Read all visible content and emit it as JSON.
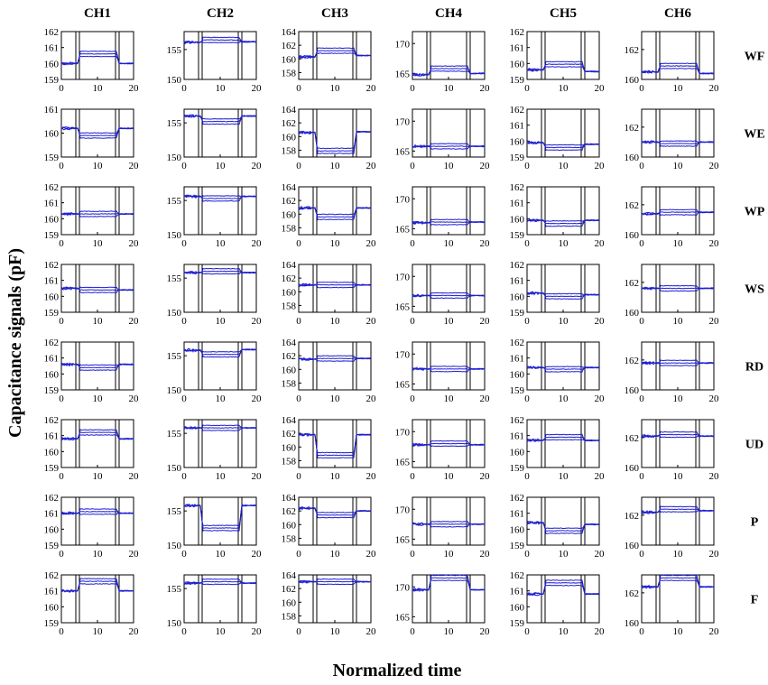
{
  "figure": {
    "ylabel": "Capacitance signals (pF)",
    "xlabel": "Normalized time",
    "columns": [
      "CH1",
      "CH2",
      "CH3",
      "CH4",
      "CH5",
      "CH6"
    ],
    "rows": [
      "WF",
      "WE",
      "WP",
      "WS",
      "RD",
      "UD",
      "P",
      "F"
    ],
    "line_color": "#1f1fd0",
    "marker_color": "#000000"
  },
  "chart_data": {
    "type": "line",
    "xlim": [
      0,
      20
    ],
    "xticks": [
      0,
      10,
      20
    ],
    "markers_x": [
      4,
      5,
      15,
      16
    ],
    "grid": false,
    "ylims": {
      "WF": [
        [
          159,
          162
        ],
        [
          150,
          158
        ],
        [
          157,
          164
        ],
        [
          164,
          172
        ],
        [
          159,
          162
        ],
        [
          160,
          163.2
        ]
      ],
      "WE": [
        [
          159,
          161
        ],
        [
          150,
          157
        ],
        [
          157,
          164
        ],
        [
          164,
          172
        ],
        [
          159,
          162
        ],
        [
          160,
          163.2
        ]
      ],
      "WP": [
        [
          159,
          162
        ],
        [
          150,
          157
        ],
        [
          157,
          164
        ],
        [
          164,
          172
        ],
        [
          159,
          162
        ],
        [
          160,
          163.2
        ]
      ],
      "WS": [
        [
          159,
          162
        ],
        [
          150,
          157
        ],
        [
          157,
          164
        ],
        [
          164,
          172
        ],
        [
          159,
          162
        ],
        [
          160,
          163.2
        ]
      ],
      "RD": [
        [
          159,
          162
        ],
        [
          150,
          157
        ],
        [
          157,
          164
        ],
        [
          164,
          172
        ],
        [
          159,
          162
        ],
        [
          160,
          163.2
        ]
      ],
      "UD": [
        [
          159,
          162
        ],
        [
          150,
          157
        ],
        [
          157,
          164
        ],
        [
          164,
          172
        ],
        [
          159,
          162
        ],
        [
          160,
          163.2
        ]
      ],
      "P": [
        [
          159,
          162
        ],
        [
          150,
          157
        ],
        [
          157,
          164
        ],
        [
          164,
          172
        ],
        [
          159,
          162
        ],
        [
          160,
          163.2
        ]
      ],
      "F": [
        [
          159,
          162
        ],
        [
          150,
          157
        ],
        [
          157,
          164
        ],
        [
          164,
          172
        ],
        [
          159,
          162
        ],
        [
          160,
          163.2
        ]
      ]
    },
    "yticks": {
      "WF": [
        [
          159,
          160,
          161,
          162
        ],
        [
          150,
          155
        ],
        [
          158,
          160,
          162,
          164
        ],
        [
          165,
          170
        ],
        [
          159,
          160,
          161,
          162
        ],
        [
          160,
          162
        ]
      ],
      "WE": [
        [
          159,
          160,
          161
        ],
        [
          150,
          155
        ],
        [
          158,
          160,
          162,
          164
        ],
        [
          165,
          170
        ],
        [
          159,
          160,
          161,
          162
        ],
        [
          160,
          162
        ]
      ],
      "default": [
        [
          159,
          160,
          161,
          162
        ],
        [
          150,
          155
        ],
        [
          158,
          160,
          162,
          164
        ],
        [
          165,
          170
        ],
        [
          159,
          160,
          161,
          162
        ],
        [
          160,
          162
        ]
      ]
    },
    "series_levels": {
      "WF": [
        [
          160,
          160.6,
          160.0
        ],
        [
          156.2,
          156.6,
          156.3
        ],
        [
          160.3,
          161.2,
          160.5
        ],
        [
          164.8,
          165.8,
          165.0
        ],
        [
          159.6,
          159.95,
          159.5
        ],
        [
          160.5,
          160.9,
          160.4
        ]
      ],
      "WE": [
        [
          160.2,
          159.9,
          160.2
        ],
        [
          156.0,
          155.2,
          156.0
        ],
        [
          160.6,
          157.9,
          160.7
        ],
        [
          165.8,
          165.8,
          165.8
        ],
        [
          159.9,
          159.6,
          159.8
        ],
        [
          161.0,
          160.9,
          161.0
        ]
      ],
      "WP": [
        [
          160.3,
          160.3,
          160.3
        ],
        [
          155.6,
          155.3,
          155.6
        ],
        [
          160.9,
          159.6,
          160.9
        ],
        [
          166.0,
          166.1,
          166.1
        ],
        [
          159.9,
          159.7,
          159.9
        ],
        [
          161.4,
          161.5,
          161.5
        ]
      ],
      "WS": [
        [
          160.5,
          160.4,
          160.4
        ],
        [
          155.8,
          156.0,
          155.8
        ],
        [
          161.0,
          161.0,
          161.0
        ],
        [
          166.8,
          166.8,
          166.8
        ],
        [
          160.2,
          160.0,
          160.1
        ],
        [
          161.6,
          161.6,
          161.6
        ]
      ],
      "RD": [
        [
          160.6,
          160.4,
          160.6
        ],
        [
          155.8,
          155.2,
          155.9
        ],
        [
          161.5,
          161.6,
          161.6
        ],
        [
          167.5,
          167.5,
          167.5
        ],
        [
          160.4,
          160.3,
          160.4
        ],
        [
          161.8,
          161.8,
          161.8
        ]
      ],
      "UD": [
        [
          160.8,
          161.2,
          160.8
        ],
        [
          155.8,
          155.8,
          155.8
        ],
        [
          161.8,
          158.8,
          161.8
        ],
        [
          167.8,
          168.0,
          167.8
        ],
        [
          160.7,
          160.9,
          160.7
        ],
        [
          162.1,
          162.2,
          162.1
        ]
      ],
      "P": [
        [
          161.0,
          161.1,
          161.0
        ],
        [
          155.8,
          152.5,
          155.8
        ],
        [
          162.4,
          161.4,
          162.0
        ],
        [
          167.5,
          167.5,
          167.5
        ],
        [
          160.4,
          159.9,
          160.3
        ],
        [
          162.2,
          162.4,
          162.3
        ]
      ],
      "F": [
        [
          161.0,
          161.6,
          161.0
        ],
        [
          155.8,
          156.0,
          155.8
        ],
        [
          163.0,
          163.0,
          163.0
        ],
        [
          169.5,
          171.5,
          169.5
        ],
        [
          160.8,
          161.5,
          160.8
        ],
        [
          162.4,
          163.0,
          162.4
        ]
      ]
    }
  }
}
